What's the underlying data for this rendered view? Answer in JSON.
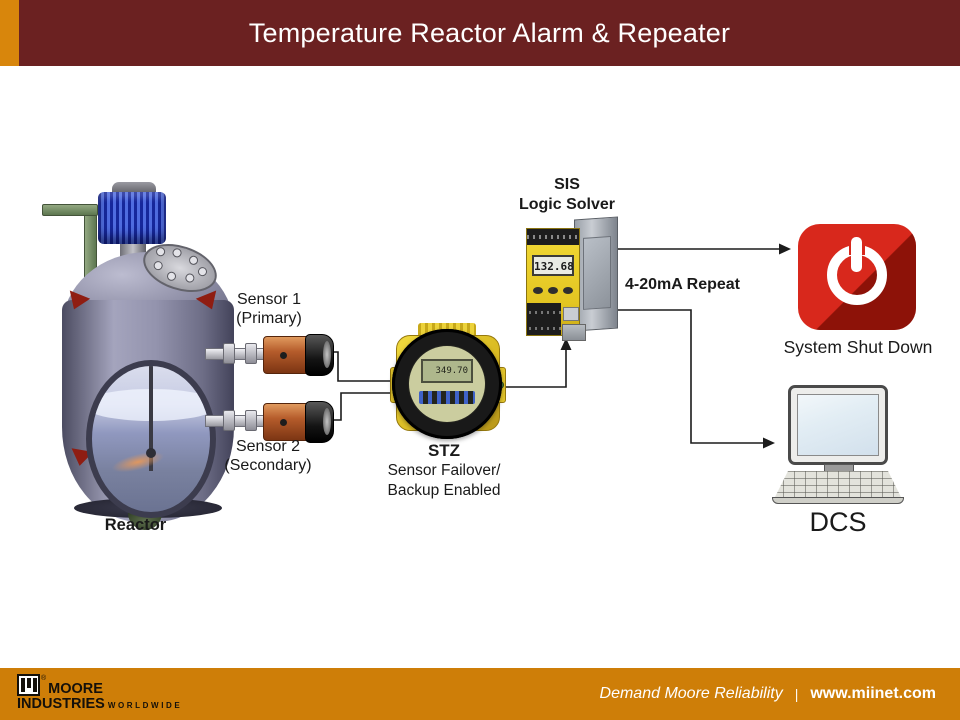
{
  "slide": {
    "title": "Temperature Reactor Alarm & Repeater"
  },
  "diagram": {
    "reactor": {
      "label": "Reactor"
    },
    "sensor1": {
      "line1": "Sensor 1",
      "line2": "(Primary)"
    },
    "sensor2": {
      "line1": "Sensor 2",
      "line2": "(Secondary)"
    },
    "stz": {
      "name": "STZ",
      "desc1": "Sensor Failover/",
      "desc2": "Backup Enabled",
      "lcd": "349.70"
    },
    "sis": {
      "line1": "SIS",
      "line2": "Logic Solver",
      "lcd": "132.68"
    },
    "repeat_label": "4-20mA Repeat",
    "shutdown": {
      "label": "System Shut Down"
    },
    "dcs": {
      "label": "DCS"
    }
  },
  "footer": {
    "logo": {
      "brand1": "MOORE",
      "brand2": "INDUSTRIES",
      "brand3": "WORLDWIDE",
      "reg": "®"
    },
    "tagline": "Demand Moore Reliability",
    "separator": "|",
    "url": "www.miinet.com"
  },
  "colors": {
    "header_maroon": "#6B2121",
    "accent_orange": "#D8860C",
    "footer_orange": "#CE7E08",
    "power_red": "#D8281C",
    "stz_yellow": "#E9CD2F",
    "sis_yellow": "#EFD52F",
    "connector_black": "#1c1c1c"
  }
}
